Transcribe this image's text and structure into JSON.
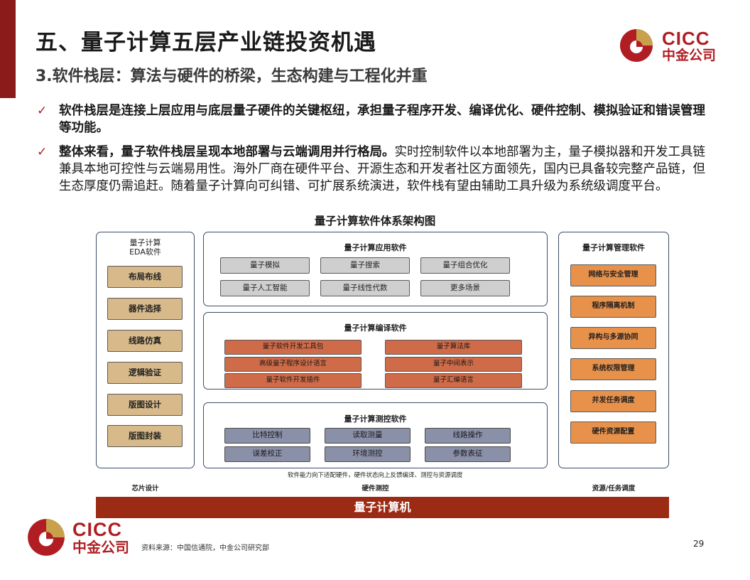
{
  "header": {
    "title": "五、量子计算五层产业链投资机遇",
    "subtitle": "3.软件栈层：算法与硬件的桥梁，生态构建与工程化并重",
    "logo": {
      "en": "CICC",
      "cn": "中金公司"
    }
  },
  "bullets": [
    {
      "bold": "软件栈层是连接上层应用与底层量子硬件的关键枢纽，承担量子程序开发、编译优化、硬件控制、模拟验证和错误管理等功能。",
      "text": ""
    },
    {
      "bold": "整体来看，量子软件栈层呈现本地部署与云端调用并行格局。",
      "text": "实时控制软件以本地部署为主，量子模拟器和开发工具链兼具本地可控性与云端易用性。海外厂商在硬件平台、开源生态和开发者社区方面领先，国内已具备较完整产品链，但生态厚度仍需追赶。随着量子计算向可纠错、可扩展系统演进，软件栈有望由辅助工具升级为系统级调度平台。"
    }
  ],
  "diagram": {
    "title": "量子计算软件体系架构图",
    "eda": {
      "title_line1": "量子计算",
      "title_line2": "EDA软件",
      "items": [
        "布局布线",
        "器件选择",
        "线路仿真",
        "逻辑验证",
        "版图设计",
        "版图封装"
      ]
    },
    "application": {
      "title": "量子计算应用软件",
      "items": [
        "量子模拟",
        "量子搜索",
        "量子组合优化",
        "量子人工智能",
        "量子线性代数",
        "更多场景"
      ]
    },
    "compiler": {
      "title": "量子计算编译软件",
      "items": [
        "量子软件开发工具包",
        "量子算法库",
        "高级量子程序设计语言",
        "量子中间表示",
        "量子软件开发插件",
        "量子汇编语言"
      ]
    },
    "measurement": {
      "title": "量子计算测控软件",
      "items": [
        "比特控制",
        "读取测量",
        "线路操作",
        "误差校正",
        "环境测控",
        "参数表征"
      ]
    },
    "management": {
      "title": "量子计算管理软件",
      "items": [
        "网络与安全管理",
        "程序隔离机制",
        "异构与多源协同",
        "系统权限管理",
        "并发任务调度",
        "硬件资源配置"
      ]
    },
    "caption": "软件能力向下适配硬件，硬件状态向上反馈编译、测控与资源调度",
    "col_labels": {
      "left": "芯片设计",
      "middle": "硬件测控",
      "right": "资源/任务调度"
    },
    "base": "量子计算机"
  },
  "footer": {
    "source": "资料来源：中国信通院，中金公司研究部",
    "page": "29"
  },
  "colors": {
    "brand_red": "#b01e23",
    "accent_bar": "#8b1a1a",
    "base_bar": "#9b2b14",
    "logo_gold": "#c9a14a"
  }
}
